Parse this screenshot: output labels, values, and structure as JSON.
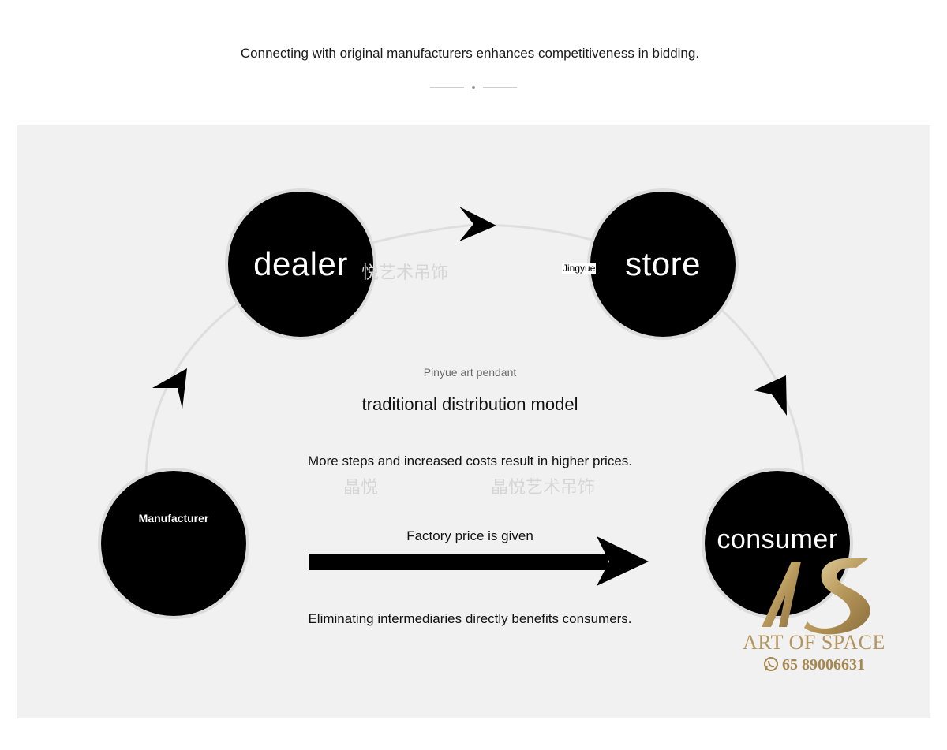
{
  "header": {
    "headline": "Connecting with original manufacturers enhances competitiveness in bidding."
  },
  "diagram": {
    "nodes": {
      "dealer": "dealer",
      "store": "store",
      "store_tag": "Jingyue",
      "manufacturer": "Manufacturer",
      "consumer": "consumer"
    },
    "subtitle": "Pinyue art pendant",
    "title": "traditional distribution model",
    "more_steps": "More steps and increased costs result in higher prices.",
    "factory_price": "Factory price is given",
    "eliminating": "Eliminating intermediaries directly benefits consumers.",
    "watermarks": [
      "悦艺术吊饰",
      "晶悦",
      "晶悦艺术吊饰"
    ]
  },
  "logo": {
    "name": "ART OF SPACE",
    "phone": "65 89006631",
    "icon": "whatsapp-icon",
    "color": "#b3965f"
  }
}
